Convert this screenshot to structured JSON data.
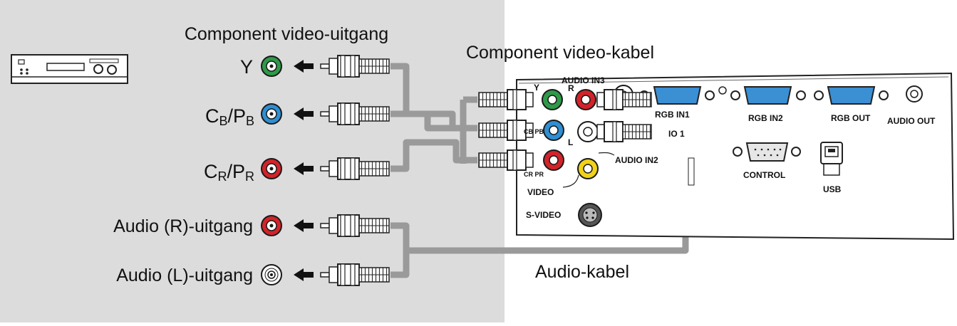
{
  "titles": {
    "source_output": "Component video-uitgang",
    "component_cable": "Component video-kabel",
    "audio_cable": "Audio-kabel"
  },
  "outputs": {
    "y": "Y",
    "cb_main": "C",
    "cb_sub": "B",
    "cb_sep": "/P",
    "cb_sub2": "B",
    "cr_main": "C",
    "cr_sub": "R",
    "cr_sep": "/P",
    "cr_sub2": "R",
    "audio_r": "Audio (R)-uitgang",
    "audio_l": "Audio (L)-uitgang"
  },
  "panel": {
    "audio_in3": "AUDIO IN3",
    "y": "Y",
    "r": "R",
    "cb_pb": "CB PB",
    "l": "L",
    "cr_pr": "CR PR",
    "audio_in2": "AUDIO IN2",
    "video": "VIDEO",
    "s_video": "S-VIDEO",
    "rgb_in1": "RGB IN1",
    "io1": "IO 1",
    "rgb_in2": "RGB IN2",
    "rgb_out": "RGB OUT",
    "audio_out": "AUDIO OUT",
    "control": "CONTROL",
    "usb": "USB"
  },
  "colors": {
    "green": "#2e9a48",
    "blue": "#2f8fd2",
    "red": "#d3232a",
    "white": "#ffffff",
    "yellow": "#f0d21a",
    "panel_bg": "#dcdcdc",
    "cable": "#9a9a9a"
  }
}
